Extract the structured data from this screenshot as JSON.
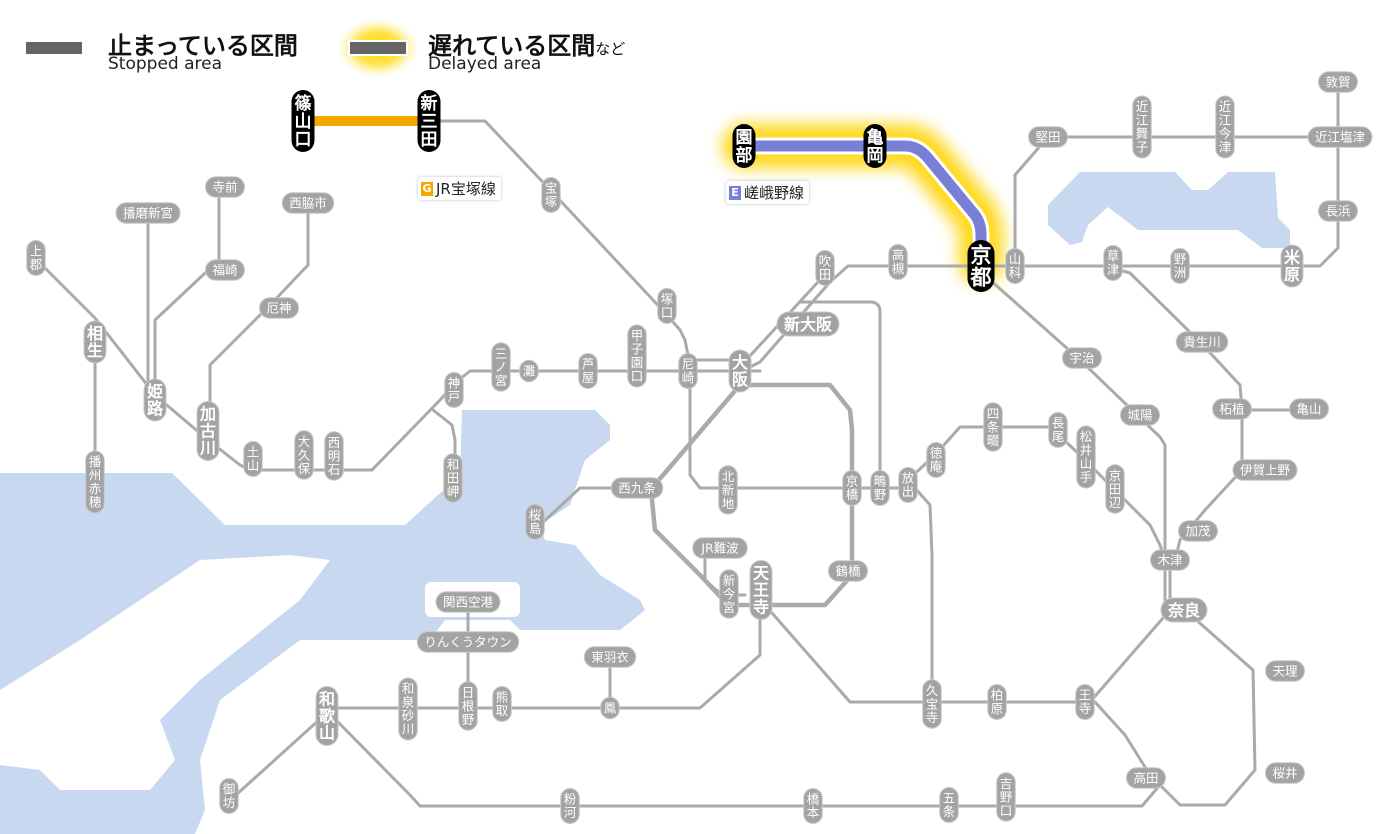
{
  "legend": {
    "stopped": {
      "label_ja": "止まっている区間",
      "label_en": "Stopped area",
      "color": "#646464"
    },
    "delayed": {
      "label_ja": "遅れている区間",
      "label_ja_suffix": "など",
      "label_en": "Delayed area",
      "color": "#646464",
      "glow": "#ffd700"
    }
  },
  "colors": {
    "track": "#aaaaaa",
    "station_bg": "#a3a3a3",
    "station_text": "#ffffff",
    "water": "#c8d8f0",
    "major_station_bg": "#000000",
    "takarazuka": "#f5a800",
    "sagano": "#7a7fd6"
  },
  "delayed_lines": [
    {
      "code": "G",
      "name": "JR宝塚線",
      "color": "#f5a800",
      "from": "篠山口",
      "to": "新三田"
    },
    {
      "code": "E",
      "name": "嵯峨野線",
      "color": "#7a7fd6",
      "from": "園部",
      "to": "京都",
      "via": [
        "亀岡"
      ]
    }
  ],
  "highlighted_stations": [
    "篠山口",
    "新三田",
    "園部",
    "亀岡",
    "京都"
  ],
  "stations": [
    "篠山口",
    "新三田",
    "宝塚",
    "園部",
    "亀岡",
    "京都",
    "山科",
    "堅田",
    "近江舞子",
    "近江今津",
    "近江塩津",
    "敦賀",
    "長浜",
    "米原",
    "野洲",
    "草津",
    "高槻",
    "吹田",
    "新大阪",
    "大阪",
    "尼崎",
    "塚口",
    "甲子園口",
    "芦屋",
    "灘",
    "三ノ宮",
    "神戸",
    "和田岬",
    "西明石",
    "大久保",
    "土山",
    "加古川",
    "厄神",
    "西脇市",
    "姫路",
    "福崎",
    "寺前",
    "播磨新宮",
    "相生",
    "上郡",
    "播州赤穂",
    "西九条",
    "桜島",
    "北新地",
    "京橋",
    "鴫野",
    "放出",
    "徳庵",
    "四条畷",
    "長尾",
    "松井山手",
    "京田辺",
    "木津",
    "宇治",
    "城陽",
    "貴生川",
    "柘植",
    "亀山",
    "伊賀上野",
    "加茂",
    "奈良",
    "天理",
    "桜井",
    "王寺",
    "高田",
    "柏原",
    "久宝寺",
    "鶴橋",
    "天王寺",
    "新今宮",
    "JR難波",
    "鳳",
    "東羽衣",
    "熊取",
    "日根野",
    "りんくうタウン",
    "関西空港",
    "和泉砂川",
    "和歌山",
    "御坊",
    "粉河",
    "橋本",
    "五条",
    "吉野口"
  ]
}
